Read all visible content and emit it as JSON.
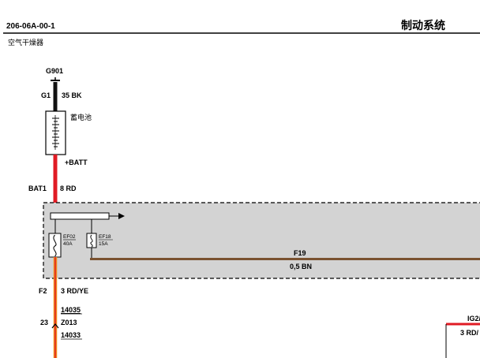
{
  "header": {
    "doc_code": "206-06A-00-1",
    "section_title": "制动系统",
    "subtitle": "空气干燥器"
  },
  "ground": {
    "id": "G901"
  },
  "battery_cable": {
    "connector": "G1",
    "gauge_color": "35 BK"
  },
  "battery": {
    "name": "蓄电池",
    "terminal": "+BATT"
  },
  "batt_wire": {
    "connector": "BAT1",
    "gauge_color": "8 RD"
  },
  "fuses": [
    {
      "id": "EF02",
      "rating": "40A"
    },
    {
      "id": "EF18",
      "rating": "15A"
    }
  ],
  "circuit_f19": {
    "circuit": "F19",
    "gauge_color": "0,5 BN"
  },
  "wire_f2": {
    "connector": "F2",
    "gauge_color": "3 RD/YE",
    "splice_top": "14035",
    "pin": "23",
    "splice_id": "Z013",
    "splice_bottom": "14033"
  },
  "right_wire": {
    "connector": "IG2/",
    "gauge_color": "3 RD/"
  },
  "colors": {
    "red": "#e01b24",
    "orange": "#f08a1c",
    "brown": "#7a5230",
    "box_fill": "#d3d3d3"
  }
}
